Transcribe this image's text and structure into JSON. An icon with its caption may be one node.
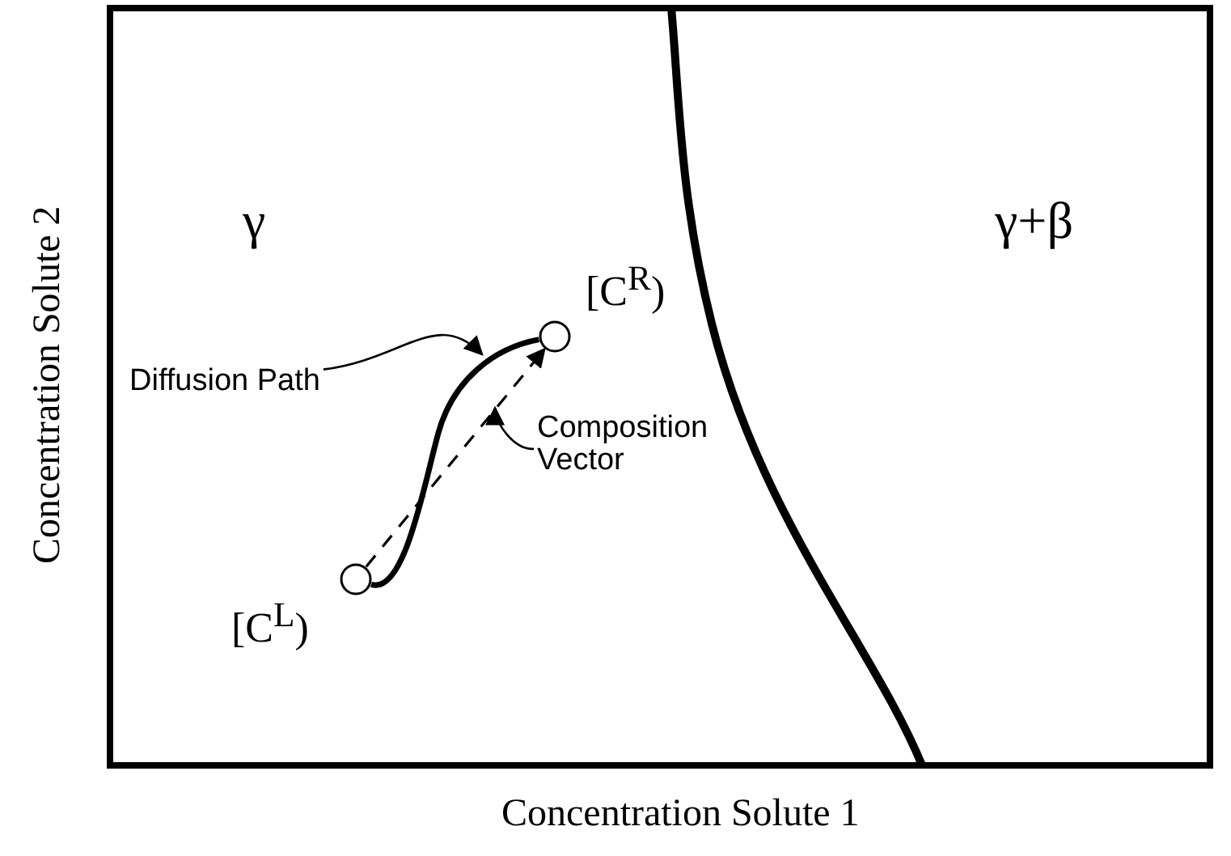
{
  "diagram": {
    "nodes": [
      {
        "text": [],
        "shape": "circle",
        "beside": [
          "[C$^{L}$)"
        ]
      },
      {
        "text": [],
        "shape": "circle",
        "beside": [
          "[C$^{R}$)"
        ]
      },
      {
        "text": [
          "Diffusion Path"
        ]
      },
      {
        "text": [
          "Composition Vector"
        ]
      }
    ],
    "edges": [
      {
        "from": 0,
        "to": 1,
        "arrow": "none",
        "style": "thick"
      },
      {
        "from": 0,
        "to": 1,
        "arrow": "to",
        "style": "dashed"
      },
      {
        "from": 2,
        "to": null,
        "arrow": "to"
      },
      {
        "from": 3,
        "to": null,
        "arrow": "to"
      }
    ],
    "labels": [
      "γ",
      "γ+β",
      "Concentration Solute 2",
      "Concentration Solute 1"
    ]
  }
}
